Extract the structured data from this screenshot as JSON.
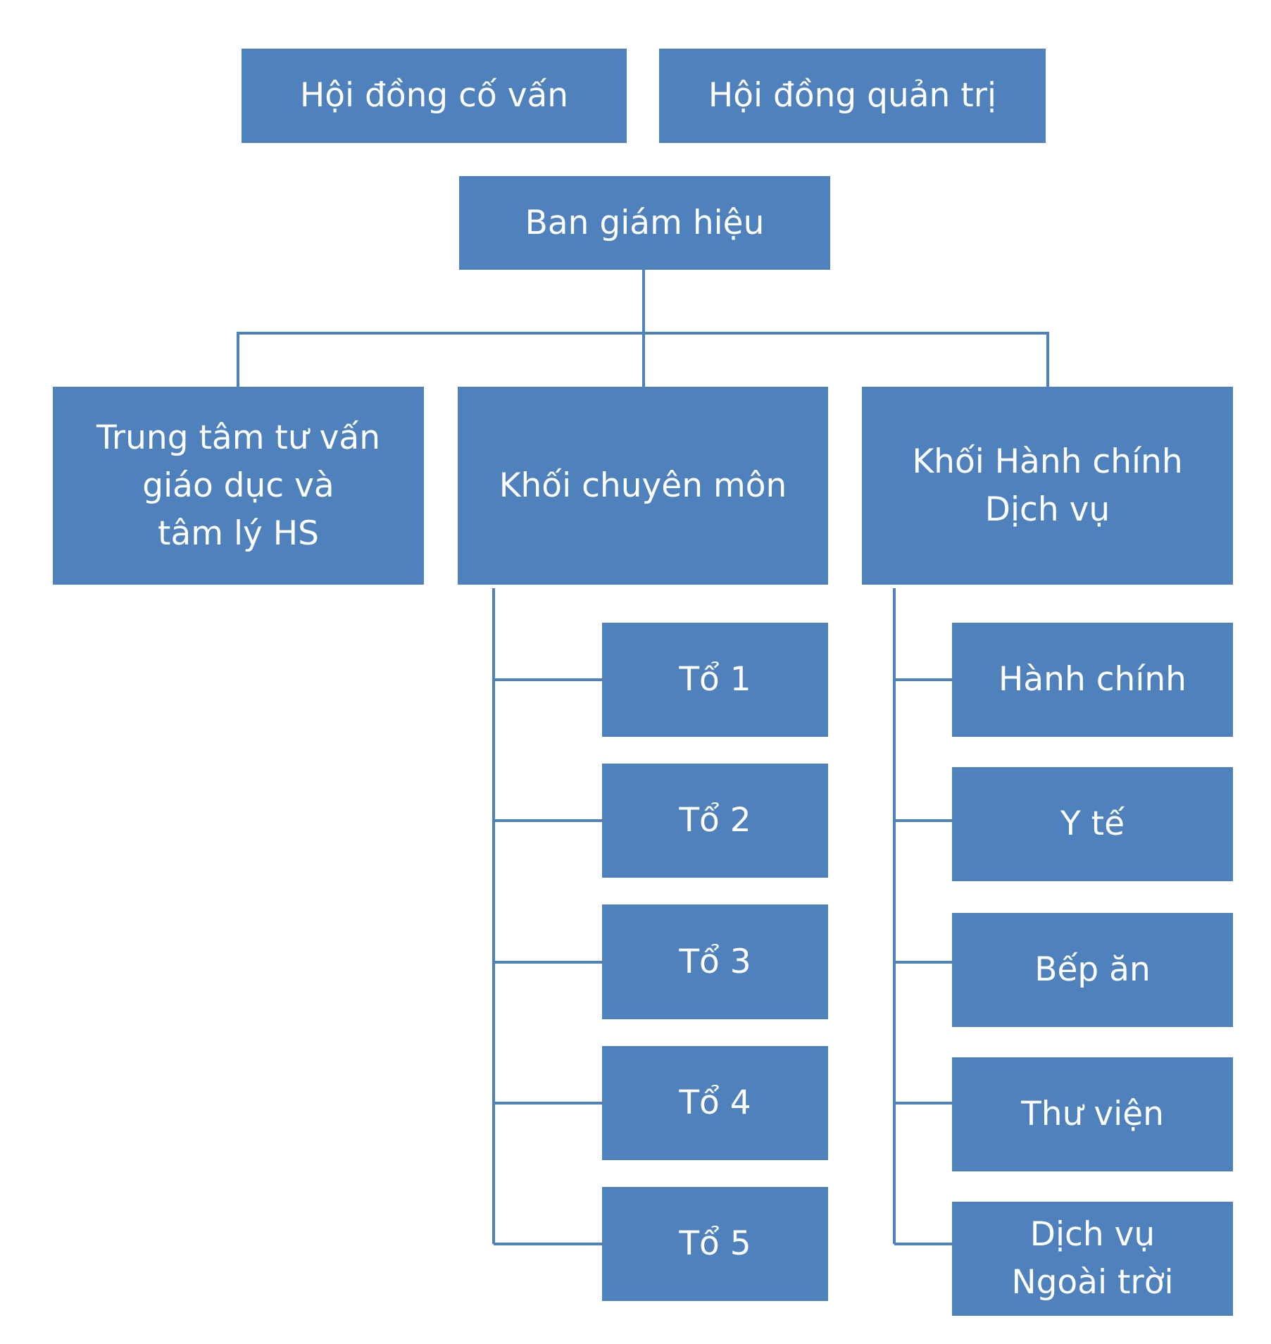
{
  "colors": {
    "box": "#4F81BD",
    "text": "#FFFFFF",
    "connector": "#4F81BD"
  },
  "top_boards": [
    "Hội đồng cố vấn",
    "Hội đồng quản trị"
  ],
  "leadership": "Ban giám hiệu",
  "divisions": [
    "Trung tâm tư vấn\ngiáo dục và\ntâm lý HS",
    "Khối chuyên môn",
    "Khối Hành chính\nDịch vụ"
  ],
  "academic_groups": [
    "Tổ 1",
    "Tổ 2",
    "Tổ 3",
    "Tổ 4",
    "Tổ 5"
  ],
  "service_units": [
    "Hành chính",
    "Y tế",
    "Bếp ăn",
    "Thư viện",
    "Dịch vụ\nNgoài trời"
  ]
}
